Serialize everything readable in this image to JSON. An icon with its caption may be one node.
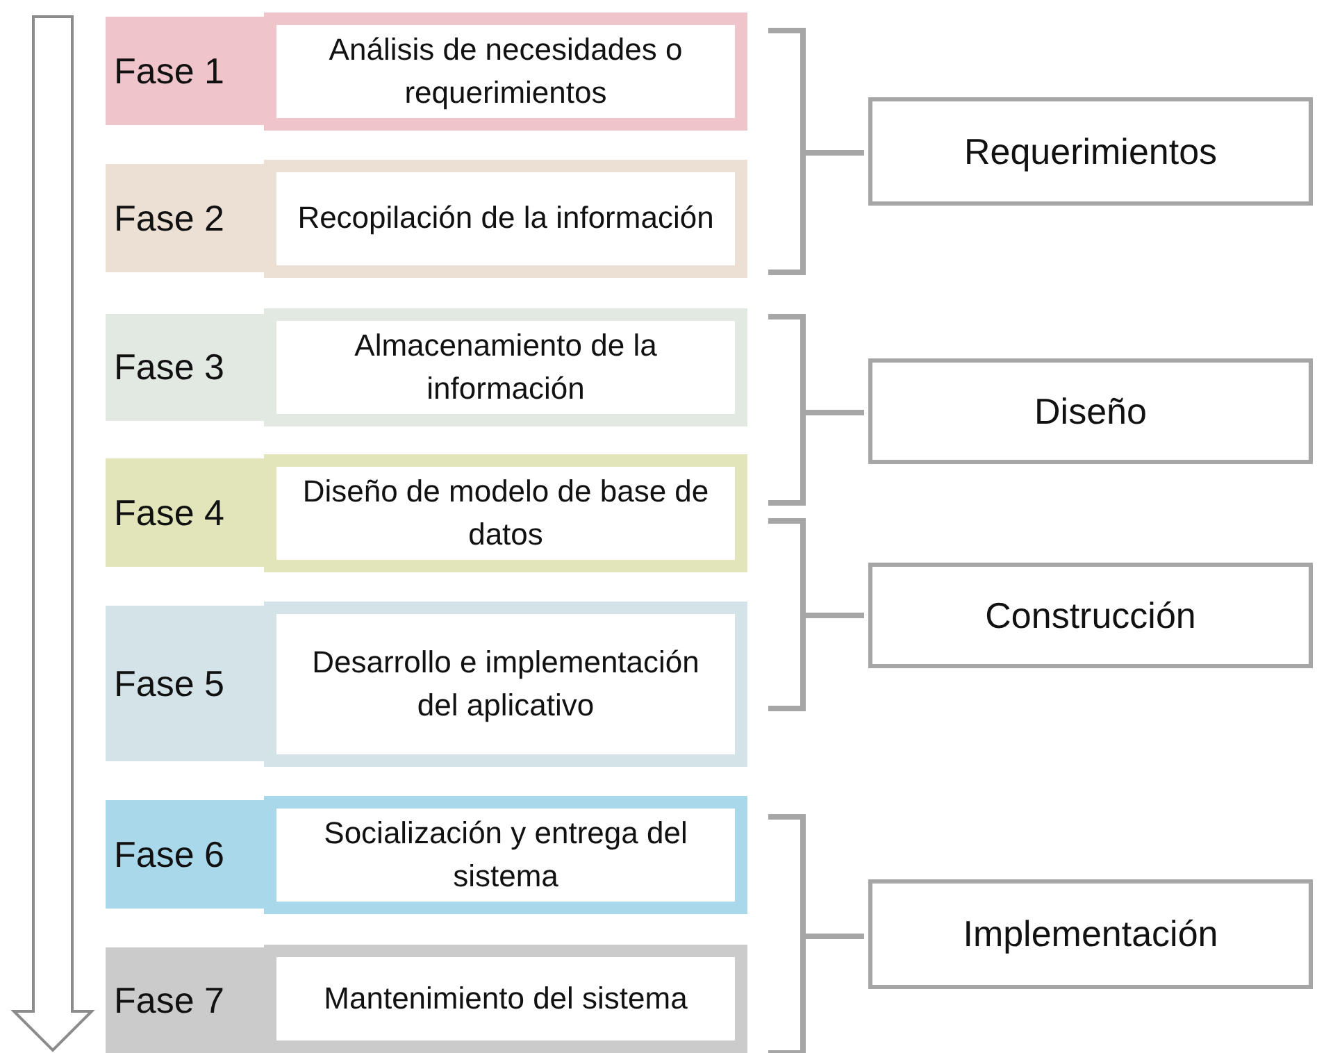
{
  "diagram": {
    "nodes": [
      {
        "text": [
          "Fase 1"
        ]
      },
      {
        "text": [
          "Análisis de necesidades o requerimientos"
        ]
      },
      {
        "text": [
          "Fase 2"
        ]
      },
      {
        "text": [
          "Recopilación de la información"
        ]
      },
      {
        "text": [
          "Fase 3"
        ]
      },
      {
        "text": [
          "Almacenamiento de la información"
        ]
      },
      {
        "text": [
          "Fase 4"
        ]
      },
      {
        "text": [
          "Diseño de modelo de base de datos"
        ]
      },
      {
        "text": [
          "Fase 5"
        ]
      },
      {
        "text": [
          "Desarrollo e implementación del aplicativo"
        ]
      },
      {
        "text": [
          "Fase 6"
        ]
      },
      {
        "text": [
          "Socialización y entrega del sistema"
        ]
      },
      {
        "text": [
          "Fase 7"
        ]
      },
      {
        "text": [
          "Mantenimiento del sistema"
        ]
      },
      {
        "text": [
          "Requerimientos"
        ]
      },
      {
        "text": [
          "Diseño"
        ]
      },
      {
        "text": [
          "Construcción"
        ]
      },
      {
        "text": [
          "Implementación"
        ]
      }
    ]
  }
}
